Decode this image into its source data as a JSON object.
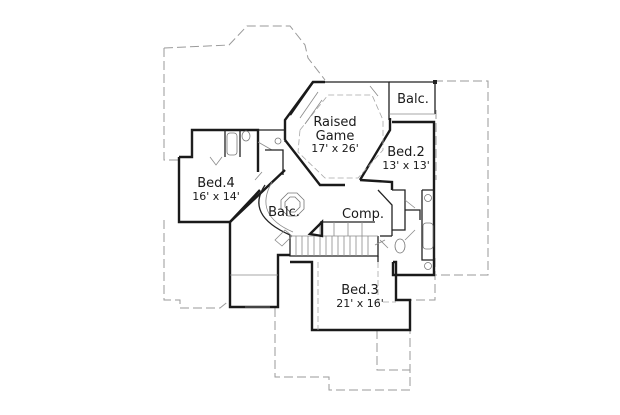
{
  "floor_plan": {
    "rooms": [
      {
        "name": "Raised Game",
        "line1": "Raised",
        "line2": "Game",
        "dims": "17' x 26'"
      },
      {
        "name": "Bed.2",
        "dims": "13' x 13'"
      },
      {
        "name": "Bed.4",
        "dims": "16' x 14'"
      },
      {
        "name": "Balc. (center)",
        "label": "Balc."
      },
      {
        "name": "Comp.",
        "label": "Comp."
      },
      {
        "name": "Bed.3",
        "dims": "21' x 16'"
      },
      {
        "name": "Balc. (upper right)",
        "label": "Balc."
      }
    ],
    "labels": {
      "raised_line1": "Raised",
      "raised_line2": "Game",
      "raised_dims": "17' x 26'",
      "bed2": "Bed.2",
      "bed2_dims": "13' x 13'",
      "bed4": "Bed.4",
      "bed4_dims": "16' x 14'",
      "balc_center": "Balc.",
      "comp": "Comp.",
      "bed3": "Bed.3",
      "bed3_dims": "21' x 16'",
      "balc_top": "Balc."
    },
    "colors": {
      "wall": "#1a1a1a",
      "roof_outline": "#9a9a9a",
      "background": "#ffffff"
    }
  }
}
